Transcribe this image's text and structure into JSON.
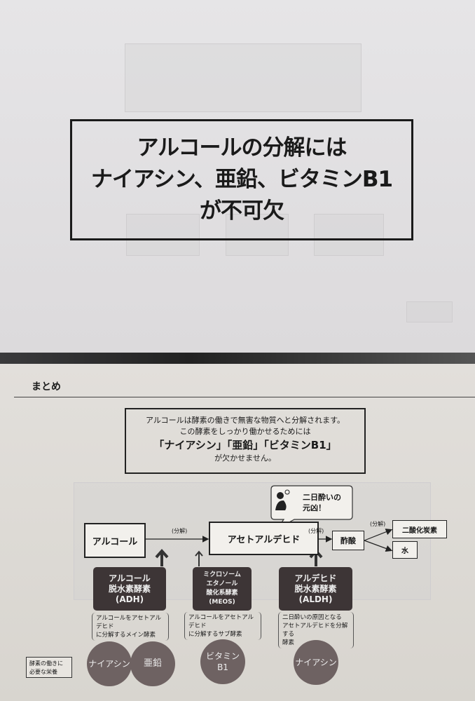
{
  "top_page": {
    "callout_lines": [
      "アルコールの分解には",
      "ナイアシン、亜鉛、ビタミンB1",
      "が不可欠"
    ]
  },
  "bottom_page": {
    "heading": "まとめ",
    "summary": {
      "line1": "アルコールは酵素の働きで無害な物質へと分解されます。",
      "line2": "この酵素をしっかり働かせるためには",
      "line3": "「ナイアシン」「亜鉛」「ビタミンB1」",
      "line4": "が欠かせません。"
    },
    "diagram": {
      "alcohol": "アルコール",
      "acetaldehyde": "アセトアルデヒド",
      "acetic_acid": "酢酸",
      "co2": "二酸化炭素",
      "water": "水",
      "decompose_label": "(分解)",
      "bubble": {
        "line1": "二日酔いの",
        "line2": "元凶！"
      },
      "enzymes": [
        {
          "lines": [
            "アルコール",
            "脱水素酵素",
            "(ADH)"
          ],
          "note": [
            "アルコールをアセトアルデヒド",
            "に分解するメイン酵素"
          ]
        },
        {
          "lines": [
            "ミクロソーム",
            "エタノール",
            "酸化系酵素",
            "(MEOS)"
          ],
          "note": [
            "アルコールをアセトアルデヒド",
            "に分解するサブ酵素"
          ]
        },
        {
          "lines": [
            "アルデヒド",
            "脱水素酵素",
            "(ALDH)"
          ],
          "note": [
            "二日酔いの原因となる",
            "アセトアルデヒドを分解する",
            "酵素"
          ]
        }
      ],
      "nutrients_label": [
        "酵素の働きに",
        "必要な栄養"
      ],
      "nutrients": [
        "ナイアシン",
        "亜鉛",
        "ビタミン",
        "B1",
        "ナイアシン"
      ]
    }
  }
}
